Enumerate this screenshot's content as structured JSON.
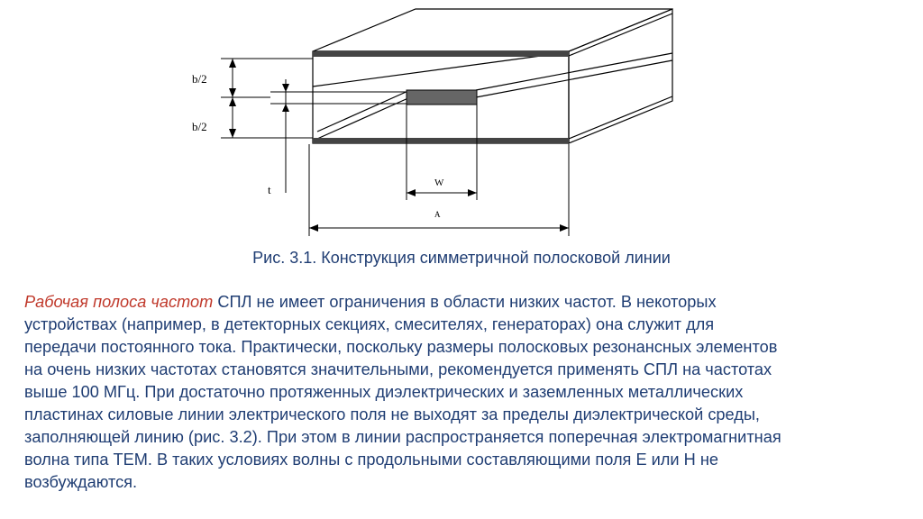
{
  "figure": {
    "labels": {
      "b_half_top": "b/2",
      "b_half_bottom": "b/2",
      "t": "t",
      "w": "W",
      "a": "A"
    }
  },
  "caption": "Рис. 3.1.  Конструкция симметричной полосковой линии",
  "paragraph": {
    "highlight": "Рабочая полоса частот",
    "lines": [
      "  СПЛ не имеет ограничения в области низких частот. В некоторых",
      "устройствах (например, в детекторных секциях, смесителях, генераторах) она служит для",
      "передачи постоянного тока. Практически, поскольку размеры полосковых резонансных элементов",
      "на очень низких частотах становятся значительными, рекомендуется применять СПЛ на частотах",
      "выше 100 МГц. При достаточно протяженных диэлектрических и заземленных металлических",
      "пластинах силовые линии электрического поля не выходят за пределы диэлектрической среды,",
      "заполняющей линию (рис. 3.2). При этом в линии распространяется поперечная электромагнитная",
      "волна типа ТЕМ. В таких условиях волны с продольными составляющими поля Е или Н не",
      "возбуждаются."
    ]
  }
}
